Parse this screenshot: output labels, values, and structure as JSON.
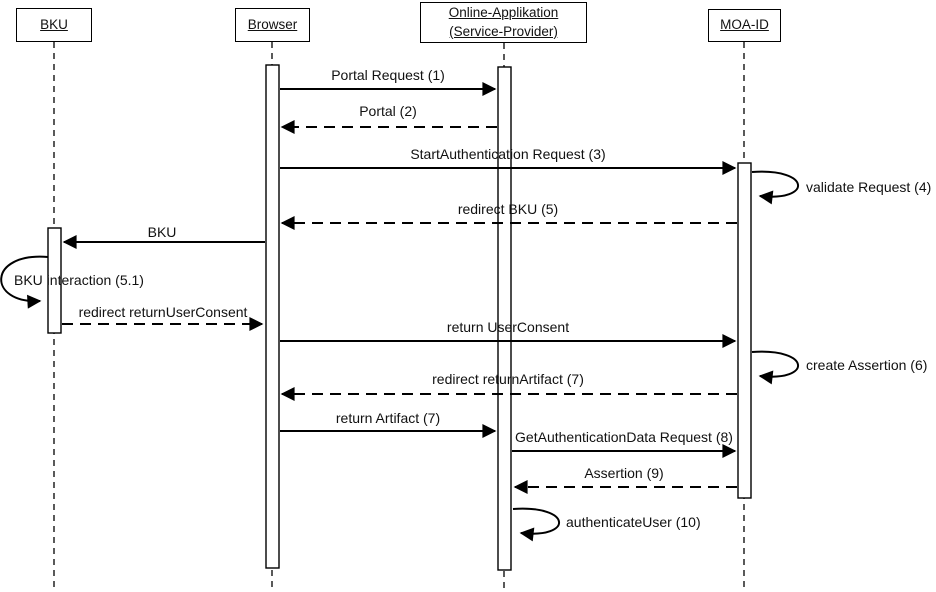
{
  "diagram_type": "uml-sequence-diagram",
  "colors": {
    "line": "#000000",
    "background": "#ffffff",
    "text": "#111111"
  },
  "actors": [
    {
      "label": "BKU"
    },
    {
      "label": "Browser"
    },
    {
      "label": "Online-Applikation (Service-Provider)"
    },
    {
      "label": "MOA-ID"
    }
  ],
  "messages": [
    {
      "label": "Portal Request (1)",
      "from": "Browser",
      "to": "Online-Applikation (Service-Provider)",
      "line": "solid",
      "kind": "request"
    },
    {
      "label": "Portal (2)",
      "from": "Online-Applikation (Service-Provider)",
      "to": "Browser",
      "line": "dashed",
      "kind": "response"
    },
    {
      "label": "StartAuthentication Request (3)",
      "from": "Browser",
      "to": "MOA-ID",
      "line": "solid",
      "kind": "request"
    },
    {
      "label": "validate Request (4)",
      "from": "MOA-ID",
      "to": "MOA-ID",
      "line": "solid",
      "kind": "self"
    },
    {
      "label": "redirect BKU (5)",
      "from": "MOA-ID",
      "to": "Browser",
      "line": "dashed",
      "kind": "response"
    },
    {
      "label": "BKU",
      "from": "Browser",
      "to": "BKU",
      "line": "solid",
      "kind": "request"
    },
    {
      "label": "BKU interaction (5.1)",
      "from": "BKU",
      "to": "BKU",
      "line": "solid",
      "kind": "self"
    },
    {
      "label": "redirect returnUserConsent",
      "from": "BKU",
      "to": "Browser",
      "line": "dashed",
      "kind": "response"
    },
    {
      "label": "return UserConsent",
      "from": "Browser",
      "to": "MOA-ID",
      "line": "solid",
      "kind": "request"
    },
    {
      "label": "create Assertion (6)",
      "from": "MOA-ID",
      "to": "MOA-ID",
      "line": "solid",
      "kind": "self"
    },
    {
      "label": "redirect returnArtifact (7)",
      "from": "MOA-ID",
      "to": "Browser",
      "line": "dashed",
      "kind": "response"
    },
    {
      "label": "return Artifact (7)",
      "from": "Browser",
      "to": "Online-Applikation (Service-Provider)",
      "line": "solid",
      "kind": "request"
    },
    {
      "label": "GetAuthenticationData Request (8)",
      "from": "Online-Applikation (Service-Provider)",
      "to": "MOA-ID",
      "line": "solid",
      "kind": "request"
    },
    {
      "label": "Assertion (9)",
      "from": "MOA-ID",
      "to": "Online-Applikation (Service-Provider)",
      "line": "dashed",
      "kind": "response"
    },
    {
      "label": "authenticateUser (10)",
      "from": "Online-Applikation (Service-Provider)",
      "to": "Online-Applikation (Service-Provider)",
      "line": "solid",
      "kind": "self"
    }
  ]
}
